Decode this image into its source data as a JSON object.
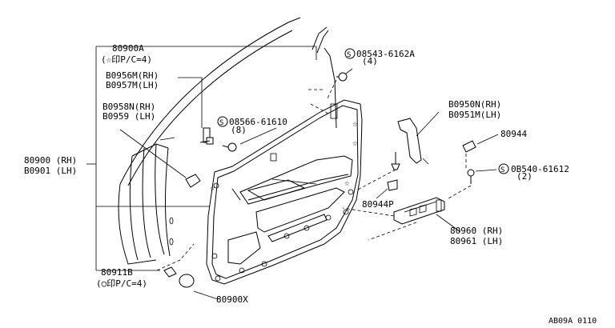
{
  "labels": {
    "trim_assy": "80900A",
    "trim_assy_note": "(☆印P/C=4)",
    "hinge_rh": "B0956M(RH)",
    "hinge_lh": "B0957M(LH)",
    "clip_rh": "B0958N(RH)",
    "clip_lh": "B0959 (LH)",
    "screw_top": "08543-6162A",
    "screw_top_qty": "(4)",
    "screw_mid": "08566-61610",
    "screw_mid_qty": "(8)",
    "door_rh": "80900 (RH)",
    "door_lh": "B0901 (LH)",
    "pull_rh": "B0950N(RH)",
    "pull_lh": "B0951M(LH)",
    "part_80944": "80944",
    "screw_right": "0B540-61612",
    "screw_right_qty": "(2)",
    "part_80944p": "80944P",
    "switch_rh": "80960 (RH)",
    "switch_lh": "80961 (LH)",
    "grommet": "80911B",
    "grommet_note": "(○印P/C=4)",
    "cap": "80900X",
    "diagram_code": "AB09A 0110"
  },
  "symbols": {
    "screw_prefix": "S"
  }
}
